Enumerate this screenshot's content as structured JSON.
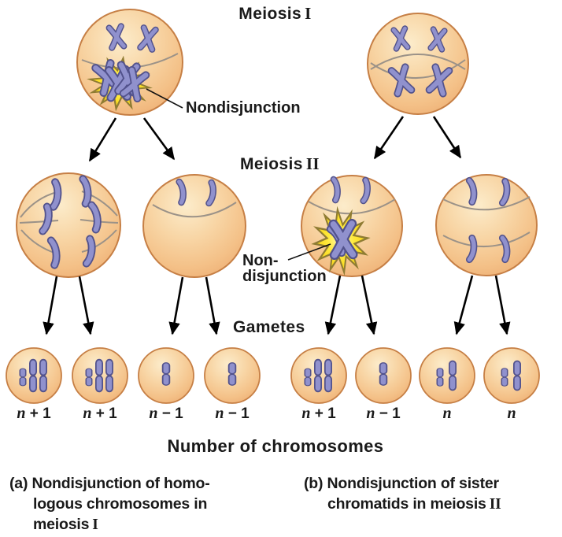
{
  "figure": {
    "stage_labels": {
      "meiosis1_word": "Meiosis",
      "meiosis1_numeral": "I",
      "meiosis2_word": "Meiosis",
      "meiosis2_numeral": "II",
      "gametes": "Gametes"
    },
    "annotations": {
      "nondisjunction_meiosis1": "Nondisjunction",
      "nondisjunction_meiosis2_line1": "Non-",
      "nondisjunction_meiosis2_line2": "disjunction"
    },
    "gamete_counts": [
      {
        "var": "n",
        "rest": " + 1"
      },
      {
        "var": "n",
        "rest": " + 1"
      },
      {
        "var": "n",
        "rest": " − 1"
      },
      {
        "var": "n",
        "rest": " − 1"
      },
      {
        "var": "n",
        "rest": " + 1"
      },
      {
        "var": "n",
        "rest": " − 1"
      },
      {
        "var": "n",
        "rest": ""
      },
      {
        "var": "n",
        "rest": ""
      }
    ],
    "axis_note": "Number of chromosomes",
    "captions": {
      "a_line1": "(a) Nondisjunction of homo-",
      "a_line2": "logous chromosomes in",
      "a_line3_word": "meiosis",
      "a_line3_numeral": "I",
      "b_line1": "(b) Nondisjunction of sister",
      "b_line2_word": "chromatids in meiosis",
      "b_line2_numeral": "II"
    },
    "colors": {
      "text": "#1a1a1a",
      "cell_fill_light": "#fceccb",
      "cell_fill_mid": "#f6cd9b",
      "cell_fill_edge": "#edad72",
      "cell_outline": "#c67f45",
      "chromosome": "#9091cd",
      "chromosome_outline": "#52528c",
      "starburst_yellow": "#ffe93d",
      "starburst_outline": "#8f7c33",
      "spindle_gray": "#9b9288",
      "arrow_black": "#000000"
    }
  }
}
